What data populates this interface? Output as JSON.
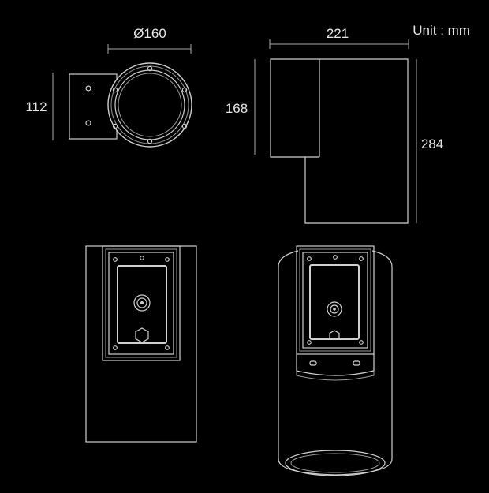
{
  "unit_label": "Unit : mm",
  "dimensions": {
    "top_diameter": "Ø160",
    "top_height": "112",
    "side_width": "221",
    "side_upper_height": "168",
    "side_total_height": "284"
  }
}
